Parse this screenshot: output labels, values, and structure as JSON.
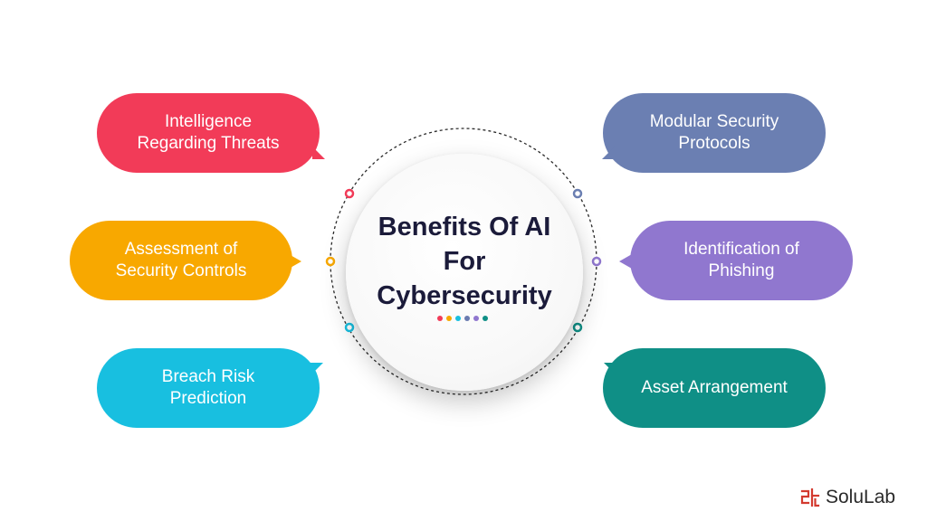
{
  "center": {
    "title_lines": [
      "Benefits Of AI",
      "For",
      "Cybersecurity"
    ],
    "dot_colors": [
      "#f23b58",
      "#f8a800",
      "#18bfe0",
      "#6a7bb0",
      "#9077cf",
      "#0f8f86"
    ]
  },
  "bubbles": {
    "threat_intel": {
      "lines": [
        "Intelligence",
        "Regarding Threats"
      ],
      "color": "#f23b58"
    },
    "security_controls": {
      "lines": [
        "Assessment of",
        "Security Controls"
      ],
      "color": "#f8a800"
    },
    "breach_risk": {
      "lines": [
        "Breach Risk",
        "Prediction"
      ],
      "color": "#18bfe0"
    },
    "modular_protocols": {
      "lines": [
        "Modular Security",
        "Protocols"
      ],
      "color": "#6b7fb2"
    },
    "phishing": {
      "lines": [
        "Identification of",
        "Phishing"
      ],
      "color": "#9077cf"
    },
    "asset_arrangement": {
      "lines": [
        "Asset Arrangement"
      ],
      "color": "#0f8f86"
    }
  },
  "logo": {
    "text": "SoluLab",
    "color": "#d33a2f"
  },
  "ring_color": "#2b2b2b"
}
